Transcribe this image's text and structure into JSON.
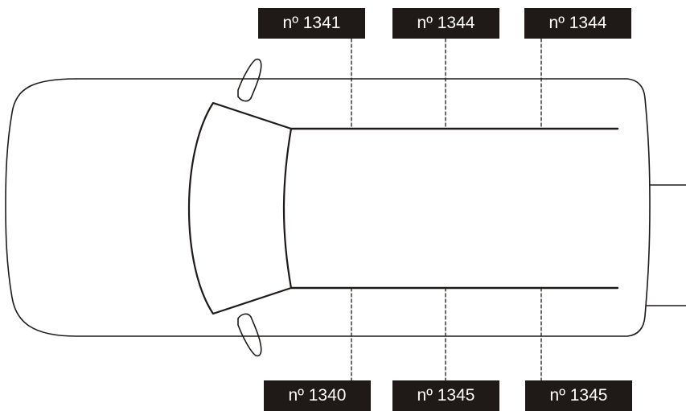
{
  "diagram": {
    "labels": {
      "top": [
        {
          "text": "nº 1341"
        },
        {
          "text": "nº 1344"
        },
        {
          "text": "nº 1344"
        }
      ],
      "bottom": [
        {
          "text": "nº 1340"
        },
        {
          "text": "nº 1345"
        },
        {
          "text": "nº 1345"
        }
      ]
    },
    "colors": {
      "outline": "#1f1a17",
      "label_background": "#1f1a17",
      "label_text": "#ffffff",
      "background": "#ffffff"
    }
  }
}
